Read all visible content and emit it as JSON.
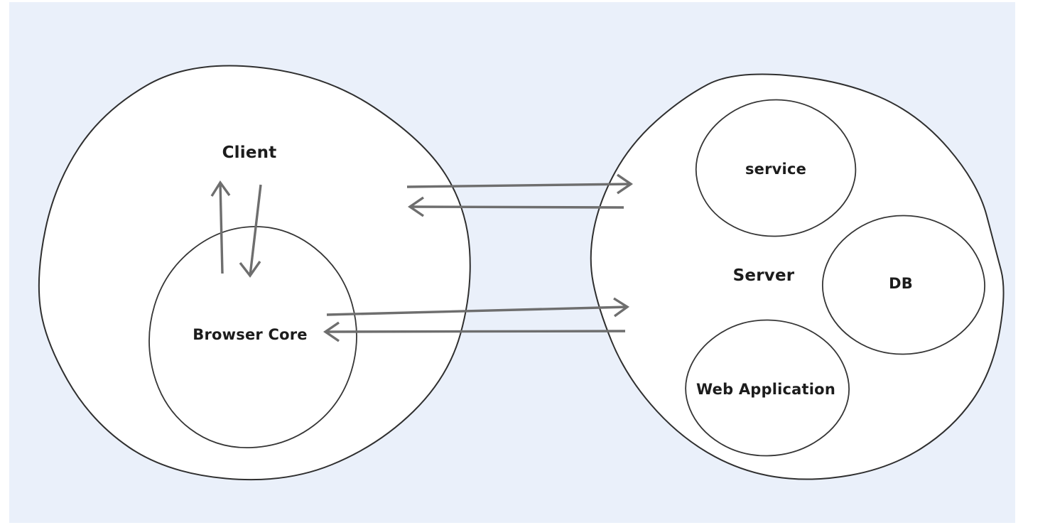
{
  "diagram": {
    "type": "architecture-diagram",
    "style": "hand-drawn",
    "background_color": "#eaf0fa",
    "shape_fill_color": "#ffffff",
    "outline_color": "#2f2f2f",
    "arrow_color": "#6e6e6e",
    "label_color": "#1c1c1c",
    "nodes": {
      "client": {
        "label": "Client",
        "kind": "container-blob"
      },
      "browser_core": {
        "label": "Browser Core",
        "kind": "inner-circle",
        "parent": "Client"
      },
      "server": {
        "label": "Server",
        "kind": "container-blob"
      },
      "service": {
        "label": "service",
        "kind": "inner-circle",
        "parent": "Server"
      },
      "db": {
        "label": "DB",
        "kind": "inner-circle",
        "parent": "Server"
      },
      "web_application": {
        "label": "Web Application",
        "kind": "inner-circle",
        "parent": "Server"
      }
    },
    "arrows": [
      {
        "from": "Client",
        "to": "Server",
        "direction": "right",
        "position": "top"
      },
      {
        "from": "Server",
        "to": "Client",
        "direction": "left",
        "position": "top"
      },
      {
        "from": "Browser Core",
        "to": "Server",
        "direction": "right",
        "position": "middle"
      },
      {
        "from": "Server",
        "to": "Browser Core",
        "direction": "left",
        "position": "middle"
      },
      {
        "from": "Browser Core",
        "to": "Client",
        "direction": "up",
        "position": "inside-client"
      },
      {
        "from": "Client",
        "to": "Browser Core",
        "direction": "down",
        "position": "inside-client"
      }
    ]
  }
}
